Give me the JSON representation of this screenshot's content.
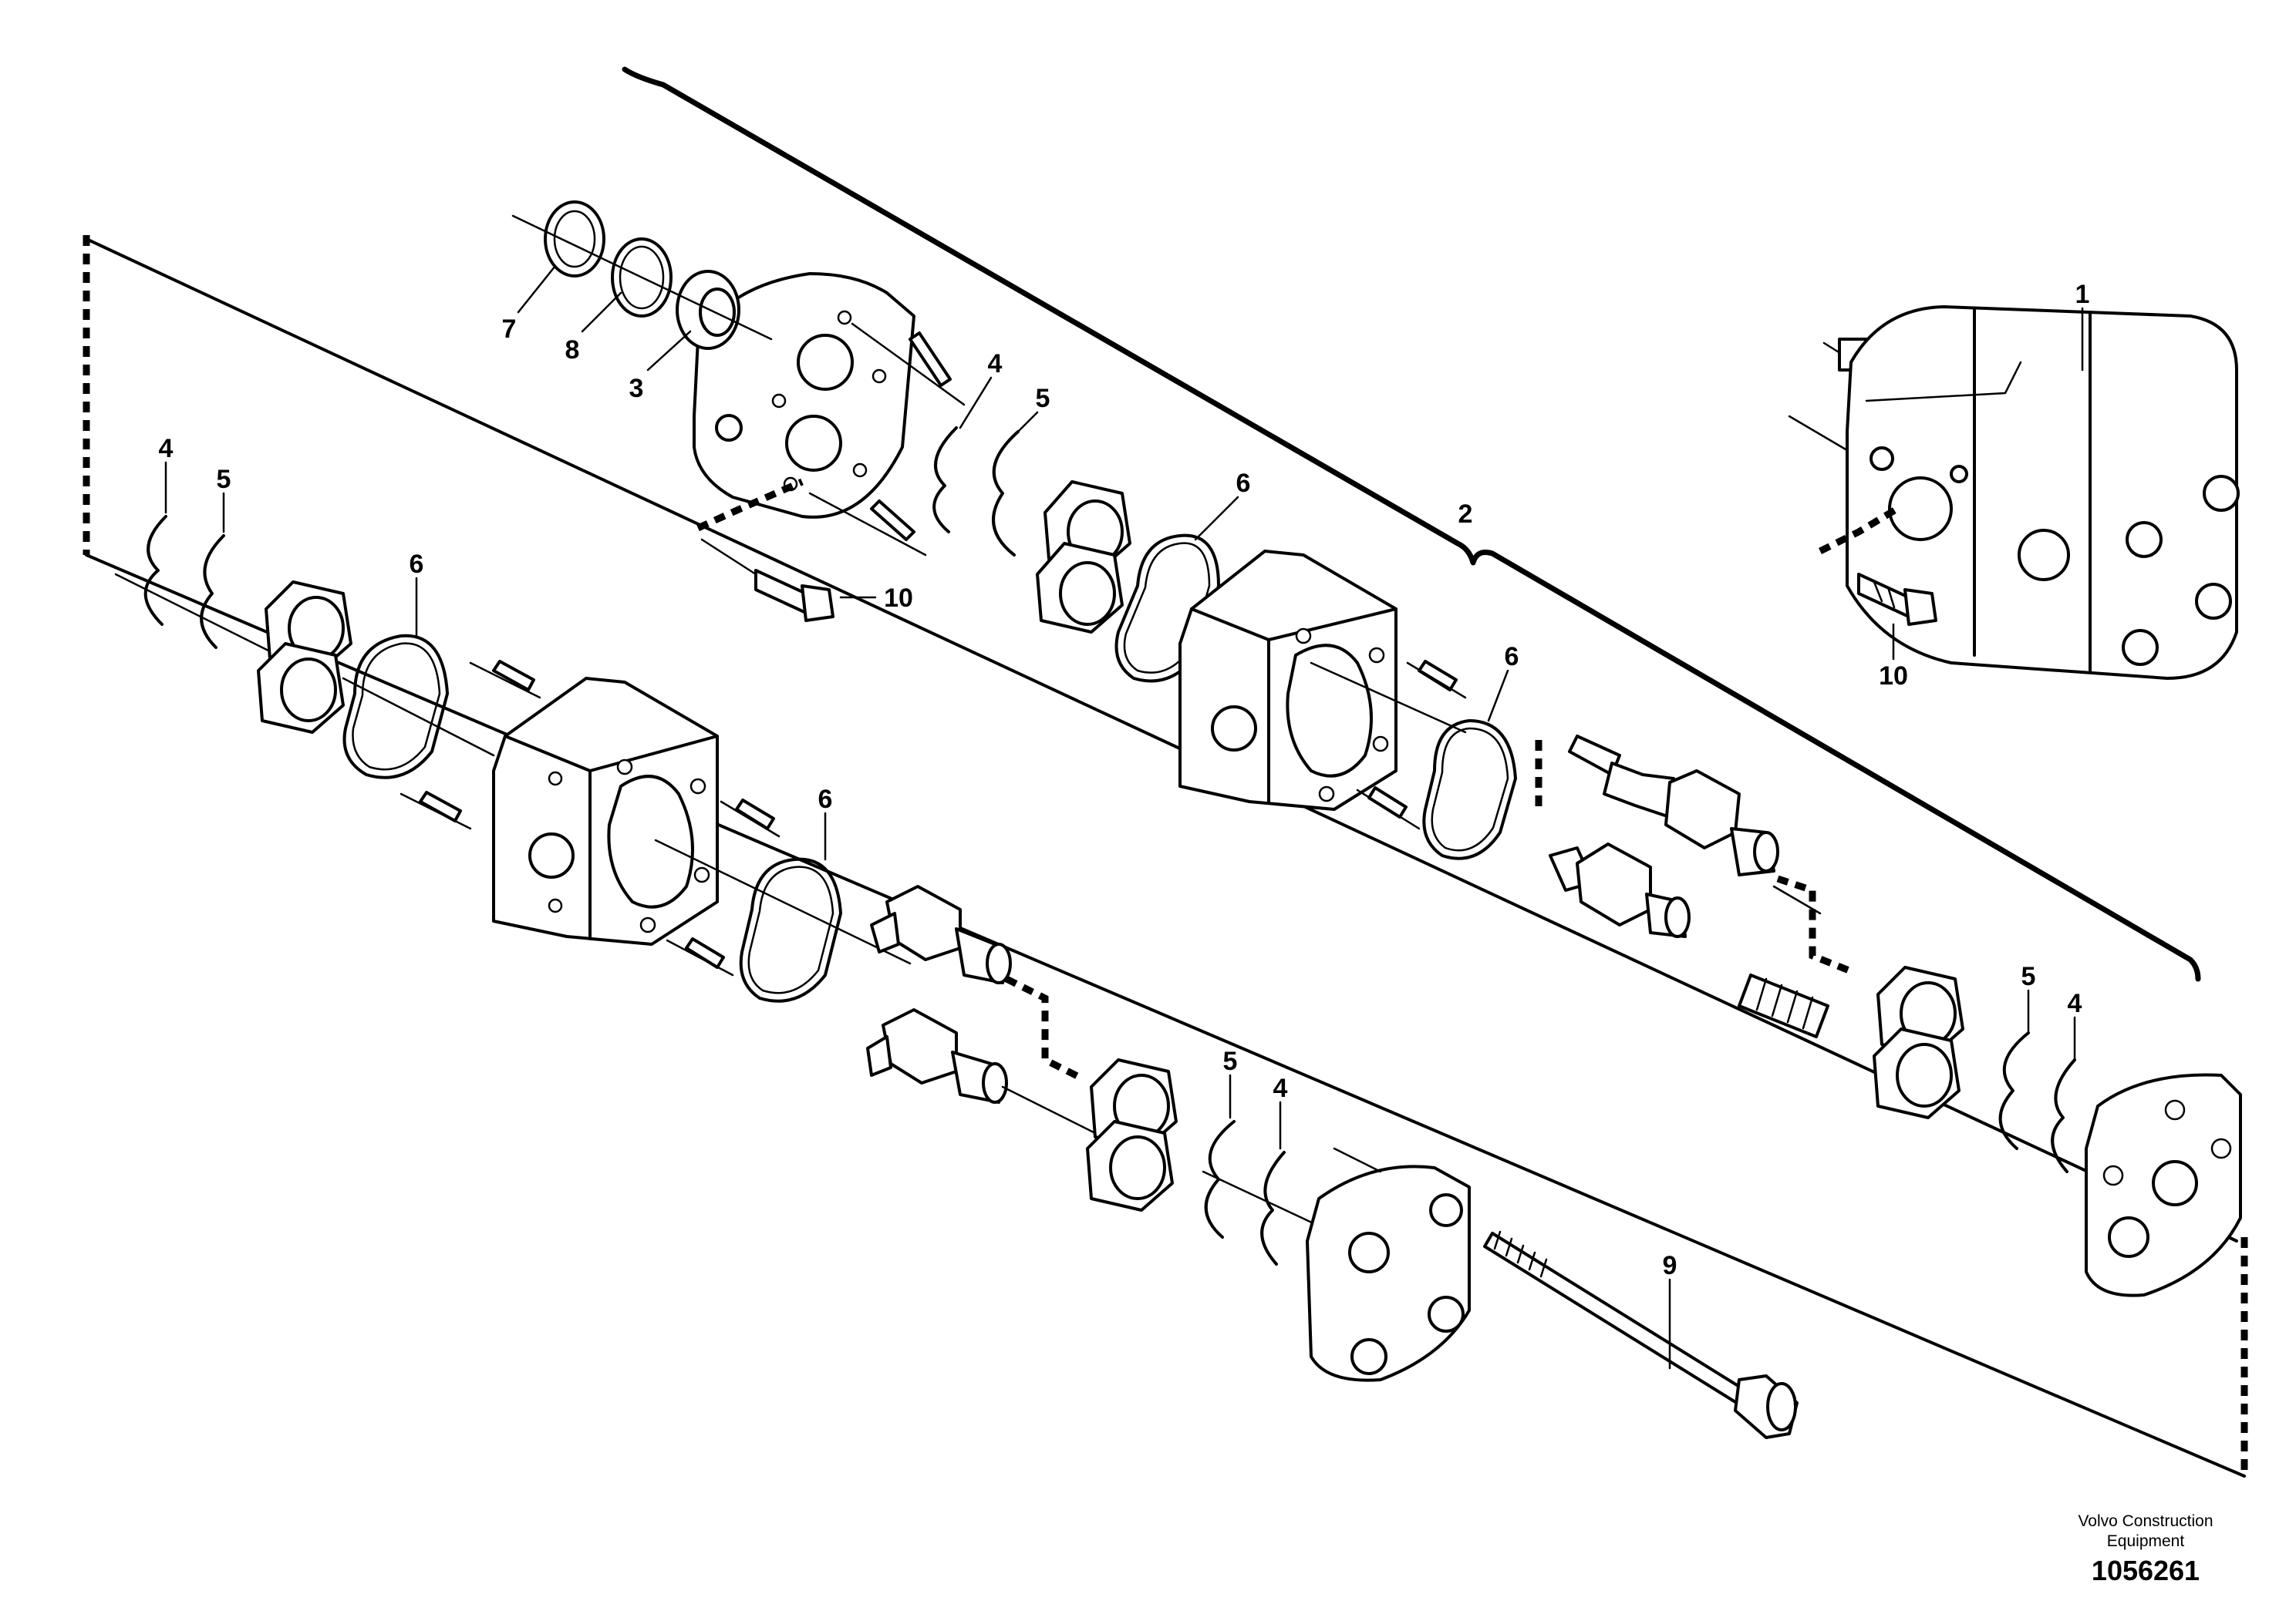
{
  "callouts": {
    "c1": "1",
    "c2": "2",
    "c3": "3",
    "c4a": "4",
    "c4b": "4",
    "c4c": "4",
    "c4d": "4",
    "c5a": "5",
    "c5b": "5",
    "c5c": "5",
    "c5d": "5",
    "c6a": "6",
    "c6b": "6",
    "c6c": "6",
    "c7": "7",
    "c8": "8",
    "c9": "9",
    "c10a": "10",
    "c10b": "10"
  },
  "footer": {
    "brand_line1": "Volvo Construction",
    "brand_line2": "Equipment",
    "drawing_number": "1056261"
  }
}
